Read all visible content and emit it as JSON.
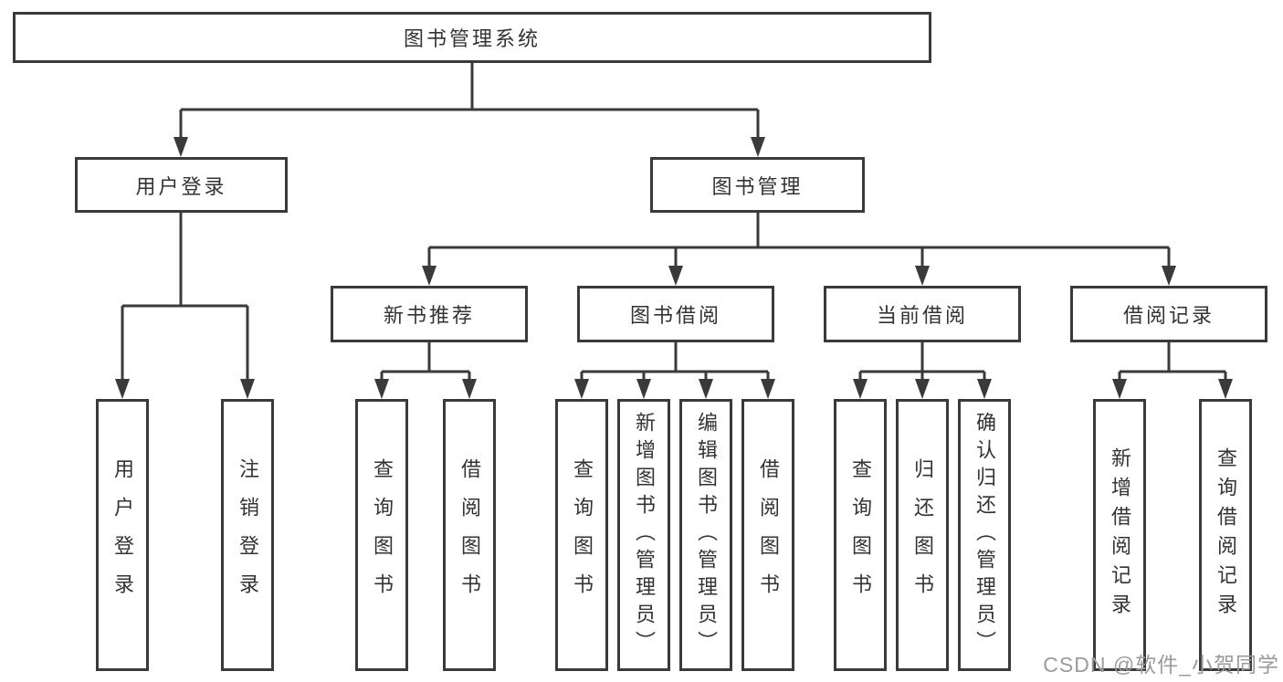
{
  "tree": {
    "root": {
      "label": "图书管理系统",
      "children": [
        {
          "label": "用户登录",
          "children": [
            {
              "label": "用户登录"
            },
            {
              "label": "注销登录"
            }
          ]
        },
        {
          "label": "图书管理",
          "children": [
            {
              "label": "新书推荐",
              "children": [
                {
                  "label": "查询图书"
                },
                {
                  "label": "借阅图书"
                }
              ]
            },
            {
              "label": "图书借阅",
              "children": [
                {
                  "label": "查询图书"
                },
                {
                  "label": "新增图书（管理员）"
                },
                {
                  "label": "编辑图书（管理员）"
                },
                {
                  "label": "借阅图书"
                }
              ]
            },
            {
              "label": "当前借阅",
              "children": [
                {
                  "label": "查询图书"
                },
                {
                  "label": "归还图书"
                },
                {
                  "label": "确认归还（管理员）"
                }
              ]
            },
            {
              "label": "借阅记录",
              "children": [
                {
                  "label": "新增借阅记录"
                },
                {
                  "label": "查询借阅记录"
                }
              ]
            }
          ]
        }
      ]
    }
  },
  "watermark": {
    "text": "CSDN @软件_小贺同学"
  },
  "colors": {
    "line": "#3a3a3a",
    "box_border": "#3a3a3a",
    "text": "#333333",
    "watermark": "#9b9b9b",
    "background": "#ffffff"
  }
}
